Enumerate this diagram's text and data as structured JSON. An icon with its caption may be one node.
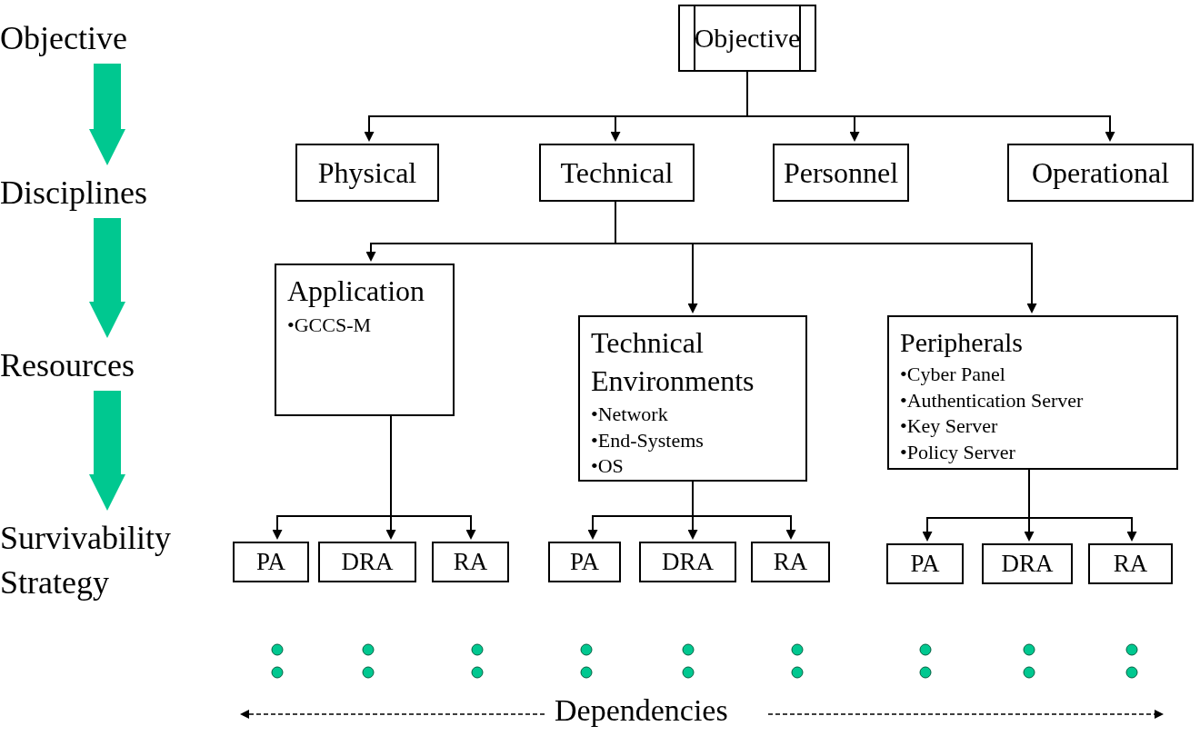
{
  "diagram": {
    "nodes": [
      {
        "text": [
          "Objective"
        ]
      },
      {
        "text": [
          "Disciplines"
        ]
      },
      {
        "text": [
          "Resources"
        ]
      },
      {
        "text": [
          "Survivability Strategy"
        ]
      },
      {
        "text": [
          "Objective"
        ]
      },
      {
        "text": [
          "Physical"
        ]
      },
      {
        "text": [
          "Technical"
        ]
      },
      {
        "text": [
          "Personnel"
        ]
      },
      {
        "text": [
          "Operational"
        ]
      },
      {
        "text": [
          "Application",
          "•GCCS-M"
        ]
      },
      {
        "text": [
          "Technical Environments",
          "•Network",
          "•End-Systems",
          "•OS"
        ]
      },
      {
        "text": [
          "Peripherals",
          "•Cyber Panel",
          "•Authentication Server",
          "•Key Server",
          "•Policy Server"
        ]
      },
      {
        "text": [
          "PA"
        ]
      },
      {
        "text": [
          "DRA"
        ]
      },
      {
        "text": [
          "RA"
        ]
      },
      {
        "text": [
          "PA"
        ]
      },
      {
        "text": [
          "DRA"
        ]
      },
      {
        "text": [
          "RA"
        ]
      },
      {
        "text": [
          "PA"
        ]
      },
      {
        "text": [
          "DRA"
        ]
      },
      {
        "text": [
          "RA"
        ]
      }
    ],
    "edges": [
      {
        "from": 0,
        "to": 1,
        "arrow": "to",
        "style": "thick",
        "color": "#00c890"
      },
      {
        "from": 1,
        "to": 2,
        "arrow": "to",
        "style": "thick",
        "color": "#00c890"
      },
      {
        "from": 2,
        "to": 3,
        "arrow": "to",
        "style": "thick",
        "color": "#00c890"
      },
      {
        "from": 4,
        "to": 5,
        "arrow": "to"
      },
      {
        "from": 4,
        "to": 6,
        "arrow": "to"
      },
      {
        "from": 4,
        "to": 7,
        "arrow": "to"
      },
      {
        "from": 4,
        "to": 8,
        "arrow": "to"
      },
      {
        "from": 6,
        "to": 9,
        "arrow": "to"
      },
      {
        "from": 6,
        "to": 10,
        "arrow": "to"
      },
      {
        "from": 6,
        "to": 11,
        "arrow": "to"
      },
      {
        "from": 9,
        "to": 12,
        "arrow": "to"
      },
      {
        "from": 9,
        "to": 13,
        "arrow": "to"
      },
      {
        "from": 9,
        "to": 14,
        "arrow": "to"
      },
      {
        "from": 10,
        "to": 15,
        "arrow": "to"
      },
      {
        "from": 10,
        "to": 16,
        "arrow": "to"
      },
      {
        "from": 10,
        "to": 17,
        "arrow": "to"
      },
      {
        "from": 11,
        "to": 18,
        "arrow": "to"
      },
      {
        "from": 11,
        "to": 19,
        "arrow": "to"
      },
      {
        "from": 11,
        "to": 20,
        "arrow": "to"
      }
    ],
    "labels": [
      "Dependencies"
    ]
  }
}
